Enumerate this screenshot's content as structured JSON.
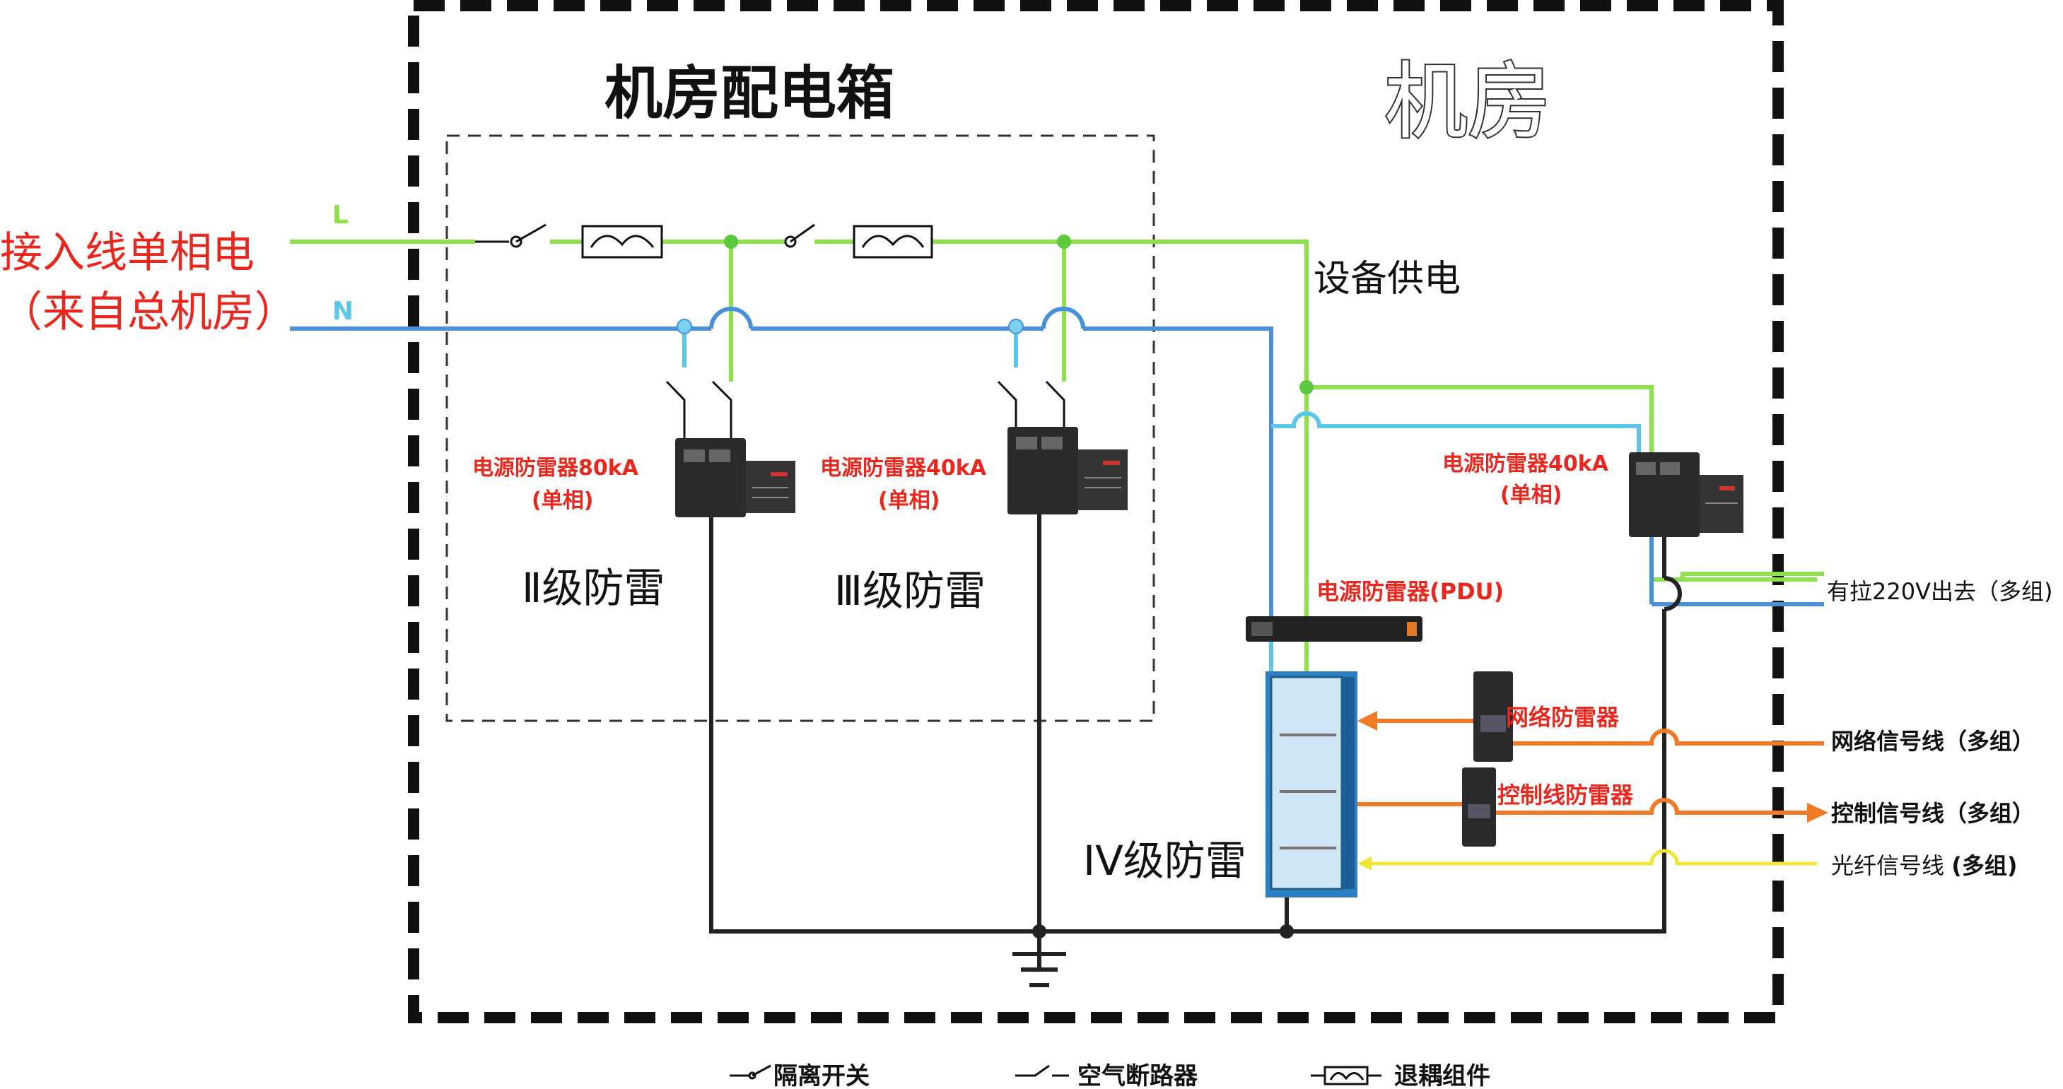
{
  "titles": {
    "distribution_box": "机房配电箱",
    "machine_room": "机房"
  },
  "input_label": {
    "line1": "接入线单相电",
    "line2": "（来自总机房）"
  },
  "line_labels": {
    "l": "L",
    "n": "N"
  },
  "equipment_supply": "设备供电",
  "spd_80": {
    "name": "电源防雷器80kA",
    "phase": "(单相)"
  },
  "spd_40_box": {
    "name": "电源防雷器40kA",
    "phase": "(单相)"
  },
  "spd_40_room": {
    "name": "电源防雷器40kA",
    "phase": "(单相)"
  },
  "level_labels": {
    "level2": "Ⅱ级防雷",
    "level3": "Ⅲ级防雷",
    "level4": "IV级防雷"
  },
  "pdu_label": "电源防雷器(PDU)",
  "network_spd_label": "网络防雷器",
  "control_spd_label": "控制线防雷器",
  "outgoing": {
    "power": "有拉220V出去（多组)",
    "network": "网络信号线（多组）",
    "control": "控制信号线（多组）",
    "fiber_prefix": "光纤信号线",
    "fiber_suffix": "(多组)"
  },
  "legend": {
    "isolator": "隔离开关",
    "breaker": "空气断路器",
    "decoupler": "退耦组件"
  },
  "colors": {
    "live": "#8ee04c",
    "neutral": "#4a90d9",
    "neutral_light": "#5bc8ea",
    "network": "#f07a26",
    "fiber": "#f0e53a",
    "ground": "#222222",
    "label_red": "#e8281e"
  }
}
